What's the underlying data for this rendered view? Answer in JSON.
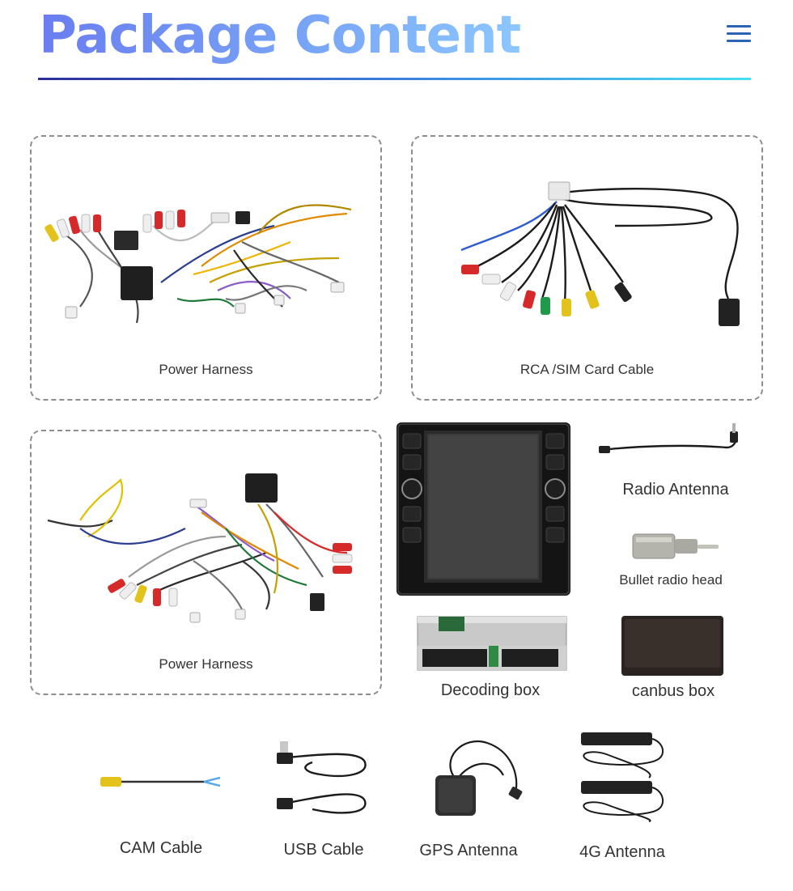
{
  "header": {
    "title": "Package Content",
    "menu_icon": "hamburger-menu-icon",
    "gradient_colors": [
      "#2c2f9a",
      "#3a7fe0",
      "#47dff0"
    ]
  },
  "items": {
    "power_harness_1": "Power Harness",
    "rca_sim_cable": "RCA /SIM Card Cable",
    "power_harness_2": "Power Harness",
    "radio_antenna": "Radio Antenna",
    "bullet_radio_head": "Bullet radio head",
    "decoding_box": "Decoding box",
    "canbus_box": "canbus box",
    "cam_cable": "CAM Cable",
    "usb_cable": "USB Cable",
    "gps_antenna": "GPS Antenna",
    "antenna_4g": "4G Antenna"
  }
}
